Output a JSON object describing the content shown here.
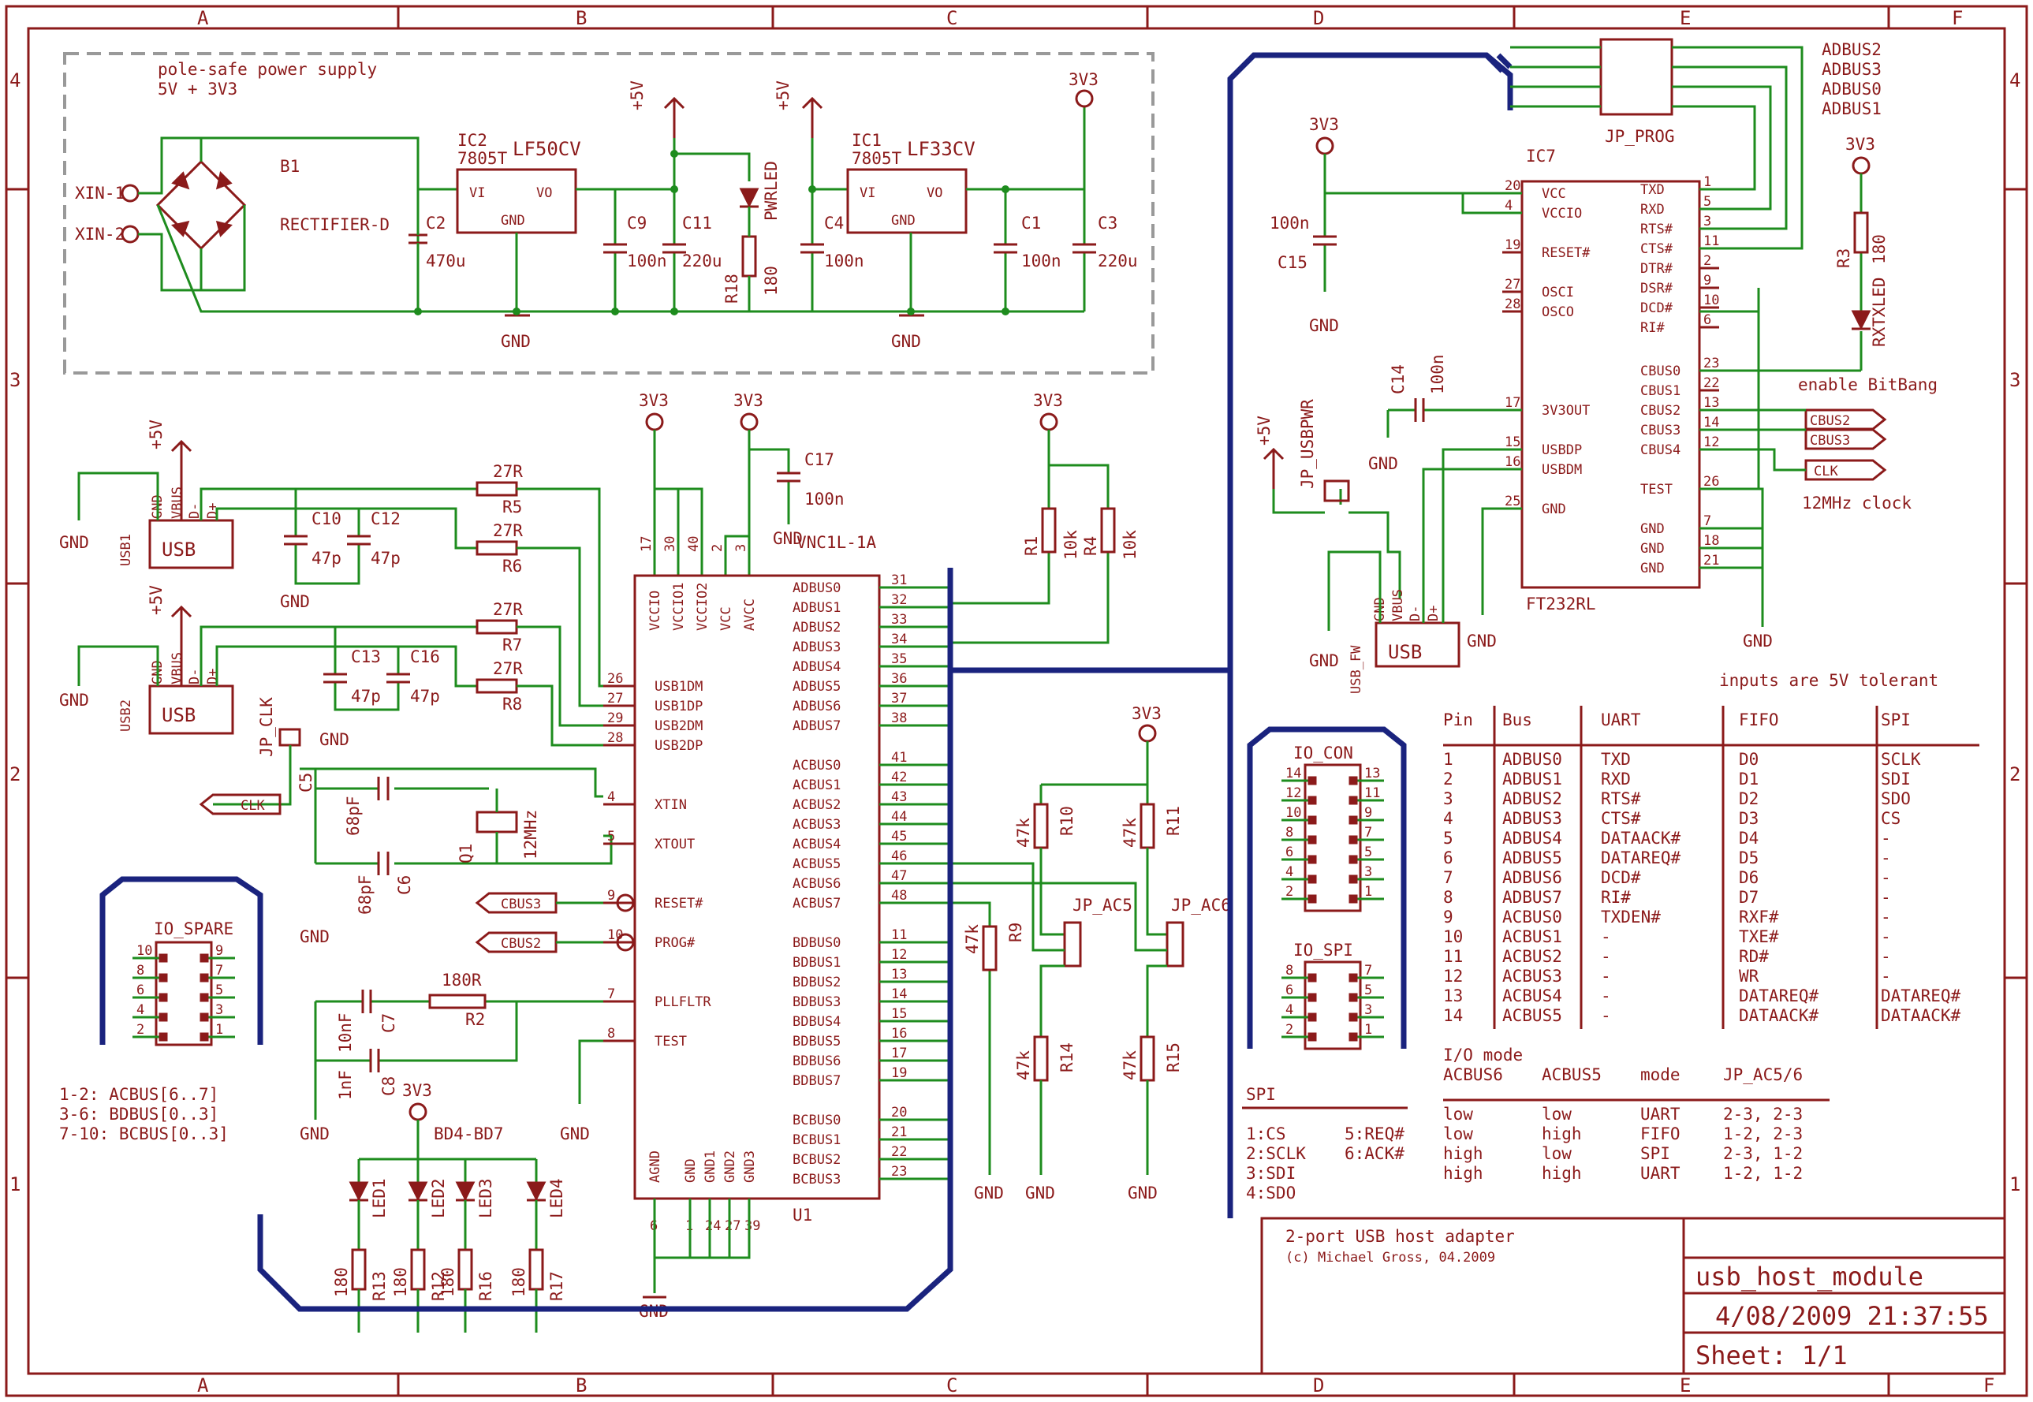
{
  "frame": {
    "columns": [
      "A",
      "B",
      "C",
      "D",
      "E",
      "F"
    ],
    "rows": [
      "4",
      "3",
      "2",
      "1"
    ]
  },
  "power": {
    "title": "pole-safe power supply",
    "subtitle": "5V + 3V3",
    "xin1": "XIN-1",
    "xin2": "XIN-2",
    "b1": "B1",
    "rectifier": "RECTIFIER-D",
    "c2": "C2",
    "c2v": "470u",
    "ic2": "IC2",
    "ic2_type": "LF50CV",
    "ic2_pkg": "7805T",
    "vi": "VI",
    "vo": "VO",
    "gnd": "GND",
    "c9": "C9",
    "c9v": "100n",
    "c11": "C11",
    "c11v": "220u",
    "pwrled": "PWRLED",
    "r18": "R18",
    "r18v": "180",
    "ic1": "IC1",
    "ic1_type": "LF33CV",
    "ic1_pkg": "7805T",
    "c4": "C4",
    "c4v": "100n",
    "c1": "C1",
    "c1v": "100n",
    "c3": "C3",
    "c3v": "220u",
    "p5v": "+5V",
    "p3v3": "3V3"
  },
  "usb_host": {
    "usb": "USB",
    "usb1": "USB1",
    "usb2": "USB2",
    "vbus": "VBUS",
    "dm": "D-",
    "dp": "D+",
    "gnd": "GND",
    "r5": "R5",
    "r6": "R6",
    "r7": "R7",
    "r8": "R8",
    "r27": "27R",
    "c10": "C10",
    "c12": "C12",
    "c13": "C13",
    "c16": "C16",
    "c47": "47p",
    "jp_clk": "JP_CLK",
    "clk": "CLK",
    "c5": "C5",
    "c6": "C6",
    "c68": "68pF",
    "q1": "Q1",
    "q1v": "12MHz",
    "cbus3": "CBUS3",
    "cbus2": "CBUS2",
    "c7": "C7",
    "c7v": "10nF",
    "c8": "C8",
    "c8v": "1nF",
    "r2": "R2",
    "r2v": "180R",
    "c17": "C17",
    "c17v": "100n",
    "r1": "R1",
    "r4": "R4",
    "r10k": "10k",
    "bd": "BD4-BD7",
    "leds": [
      "LED1",
      "LED2",
      "LED3",
      "LED4"
    ],
    "rled": [
      "R13",
      "R12",
      "R16",
      "R17"
    ],
    "r180": "180"
  },
  "u1": {
    "name": "U1",
    "part": "VNC1L-1A",
    "top_pins": [
      "VCCIO",
      "VCCIO1",
      "VCCIO2",
      "VCC",
      "AVCC"
    ],
    "top_nums": [
      "17",
      "30",
      "40",
      "2",
      "3"
    ],
    "left": [
      {
        "n": "26",
        "l": "USB1DM"
      },
      {
        "n": "27",
        "l": "USB1DP"
      },
      {
        "n": "29",
        "l": "USB2DM"
      },
      {
        "n": "28",
        "l": "USB2DP"
      },
      {
        "n": "4",
        "l": "XTIN"
      },
      {
        "n": "5",
        "l": "XTOUT"
      },
      {
        "n": "9",
        "l": "RESET#"
      },
      {
        "n": "10",
        "l": "PROG#"
      },
      {
        "n": "7",
        "l": "PLLFLTR"
      },
      {
        "n": "8",
        "l": "TEST"
      }
    ],
    "right": [
      {
        "n": "31",
        "l": "ADBUS0"
      },
      {
        "n": "32",
        "l": "ADBUS1"
      },
      {
        "n": "33",
        "l": "ADBUS2"
      },
      {
        "n": "34",
        "l": "ADBUS3"
      },
      {
        "n": "35",
        "l": "ADBUS4"
      },
      {
        "n": "36",
        "l": "ADBUS5"
      },
      {
        "n": "37",
        "l": "ADBUS6"
      },
      {
        "n": "38",
        "l": "ADBUS7"
      },
      {
        "n": "41",
        "l": "ACBUS0"
      },
      {
        "n": "42",
        "l": "ACBUS1"
      },
      {
        "n": "43",
        "l": "ACBUS2"
      },
      {
        "n": "44",
        "l": "ACBUS3"
      },
      {
        "n": "45",
        "l": "ACBUS4"
      },
      {
        "n": "46",
        "l": "ACBUS5"
      },
      {
        "n": "47",
        "l": "ACBUS6"
      },
      {
        "n": "48",
        "l": "ACBUS7"
      },
      {
        "n": "11",
        "l": "BDBUS0"
      },
      {
        "n": "12",
        "l": "BDBUS1"
      },
      {
        "n": "13",
        "l": "BDBUS2"
      },
      {
        "n": "14",
        "l": "BDBUS3"
      },
      {
        "n": "15",
        "l": "BDBUS4"
      },
      {
        "n": "16",
        "l": "BDBUS5"
      },
      {
        "n": "17",
        "l": "BDBUS6"
      },
      {
        "n": "19",
        "l": "BDBUS7"
      },
      {
        "n": "20",
        "l": "BCBUS0"
      },
      {
        "n": "21",
        "l": "BCBUS1"
      },
      {
        "n": "22",
        "l": "BCBUS2"
      },
      {
        "n": "23",
        "l": "BCBUS3"
      }
    ],
    "bottom_pins": [
      "AGND",
      "GND",
      "GND1",
      "GND2",
      "GND3"
    ],
    "bottom_nums": [
      "6",
      "1",
      "24",
      "27",
      "39"
    ]
  },
  "io": {
    "spare": "IO_SPARE",
    "spare_notes": [
      "1-2: ACBUS[6..7]",
      "3-6: BDBUS[0..3]",
      "7-10: BCBUS[0..3]"
    ],
    "con": "IO_CON",
    "spi": "IO_SPI",
    "spi_title": "SPI",
    "spi_notes": [
      "1:CS",
      "2:SCLK",
      "3:SDI",
      "4:SDO",
      "5:REQ#",
      "6:ACK#"
    ],
    "r9": "R9",
    "r10": "R10",
    "r11": "R11",
    "r14": "R14",
    "r15": "R15",
    "r47k": "47k",
    "jp_ac5": "JP_AC5",
    "jp_ac6": "JP_AC6"
  },
  "ft": {
    "ic7": "IC7",
    "part": "FT232RL",
    "jp_prog": "JP_PROG",
    "adbus": [
      "ADBUS2",
      "ADBUS3",
      "ADBUS0",
      "ADBUS1"
    ],
    "left": [
      {
        "n": "20",
        "l": "VCC"
      },
      {
        "n": "4",
        "l": "VCCIO"
      },
      {
        "n": "19",
        "l": "RESET#"
      },
      {
        "n": "27",
        "l": "OSCI"
      },
      {
        "n": "28",
        "l": "OSCO"
      },
      {
        "n": "17",
        "l": "3V3OUT"
      },
      {
        "n": "15",
        "l": "USBDP"
      },
      {
        "n": "16",
        "l": "USBDM"
      },
      {
        "n": "25",
        "l": "GND"
      }
    ],
    "right": [
      {
        "n": "1",
        "l": "TXD"
      },
      {
        "n": "5",
        "l": "RXD"
      },
      {
        "n": "3",
        "l": "RTS#"
      },
      {
        "n": "11",
        "l": "CTS#"
      },
      {
        "n": "2",
        "l": "DTR#"
      },
      {
        "n": "9",
        "l": "DSR#"
      },
      {
        "n": "10",
        "l": "DCD#"
      },
      {
        "n": "6",
        "l": "RI#"
      },
      {
        "n": "23",
        "l": "CBUS0"
      },
      {
        "n": "22",
        "l": "CBUS1"
      },
      {
        "n": "13",
        "l": "CBUS2"
      },
      {
        "n": "14",
        "l": "CBUS3"
      },
      {
        "n": "12",
        "l": "CBUS4"
      },
      {
        "n": "26",
        "l": "TEST"
      },
      {
        "n": "7",
        "l": "GND"
      },
      {
        "n": "18",
        "l": "GND"
      },
      {
        "n": "21",
        "l": "GND"
      }
    ],
    "c15": "C15",
    "c15v": "100n",
    "c14": "C14",
    "c14v": "100n",
    "jp_usbpwr": "JP_USBPWR",
    "usb_fw": "USB_FW",
    "r3": "R3",
    "r3v": "180",
    "rxtxled": "RXTXLED",
    "bitbang": "enable BitBang",
    "cbus2": "CBUS2",
    "cbus3": "CBUS3",
    "clk": "CLK",
    "clk_note": "12MHz clock"
  },
  "table": {
    "note": "inputs are 5V tolerant",
    "headers": [
      "Pin",
      "Bus",
      "UART",
      "FIFO",
      "SPI"
    ],
    "rows": [
      [
        "1",
        "ADBUS0",
        "TXD",
        "D0",
        "SCLK"
      ],
      [
        "2",
        "ADBUS1",
        "RXD",
        "D1",
        "SDI"
      ],
      [
        "3",
        "ADBUS2",
        "RTS#",
        "D2",
        "SDO"
      ],
      [
        "4",
        "ADBUS3",
        "CTS#",
        "D3",
        "CS"
      ],
      [
        "5",
        "ADBUS4",
        "DATAACK#",
        "D4",
        "-"
      ],
      [
        "6",
        "ADBUS5",
        "DATAREQ#",
        "D5",
        "-"
      ],
      [
        "7",
        "ADBUS6",
        "DCD#",
        "D6",
        "-"
      ],
      [
        "8",
        "ADBUS7",
        "RI#",
        "D7",
        "-"
      ],
      [
        "9",
        "ACBUS0",
        "TXDEN#",
        "RXF#",
        "-"
      ],
      [
        "10",
        "ACBUS1",
        "-",
        "TXE#",
        "-"
      ],
      [
        "11",
        "ACBUS2",
        "-",
        "RD#",
        "-"
      ],
      [
        "12",
        "ACBUS3",
        "-",
        "WR",
        "-"
      ],
      [
        "13",
        "ACBUS4",
        "-",
        "DATAREQ#",
        "DATAREQ#"
      ],
      [
        "14",
        "ACBUS5",
        "-",
        "DATAACK#",
        "DATAACK#"
      ]
    ],
    "io_title": "I/O mode",
    "io_headers": [
      "ACBUS6",
      "ACBUS5",
      "mode",
      "JP_AC5/6"
    ],
    "io_rows": [
      [
        "low",
        "low",
        "UART",
        "2-3, 2-3"
      ],
      [
        "low",
        "high",
        "FIFO",
        "1-2, 2-3"
      ],
      [
        "high",
        "low",
        "SPI",
        "2-3, 1-2"
      ],
      [
        "high",
        "high",
        "UART",
        "1-2, 1-2"
      ]
    ]
  },
  "titleblock": {
    "title": "2-port USB host adapter",
    "author": "(c) Michael Gross, 04.2009",
    "name": "usb_host_module",
    "date": "4/08/2009 21:37:55",
    "sheet": "Sheet: 1/1"
  }
}
